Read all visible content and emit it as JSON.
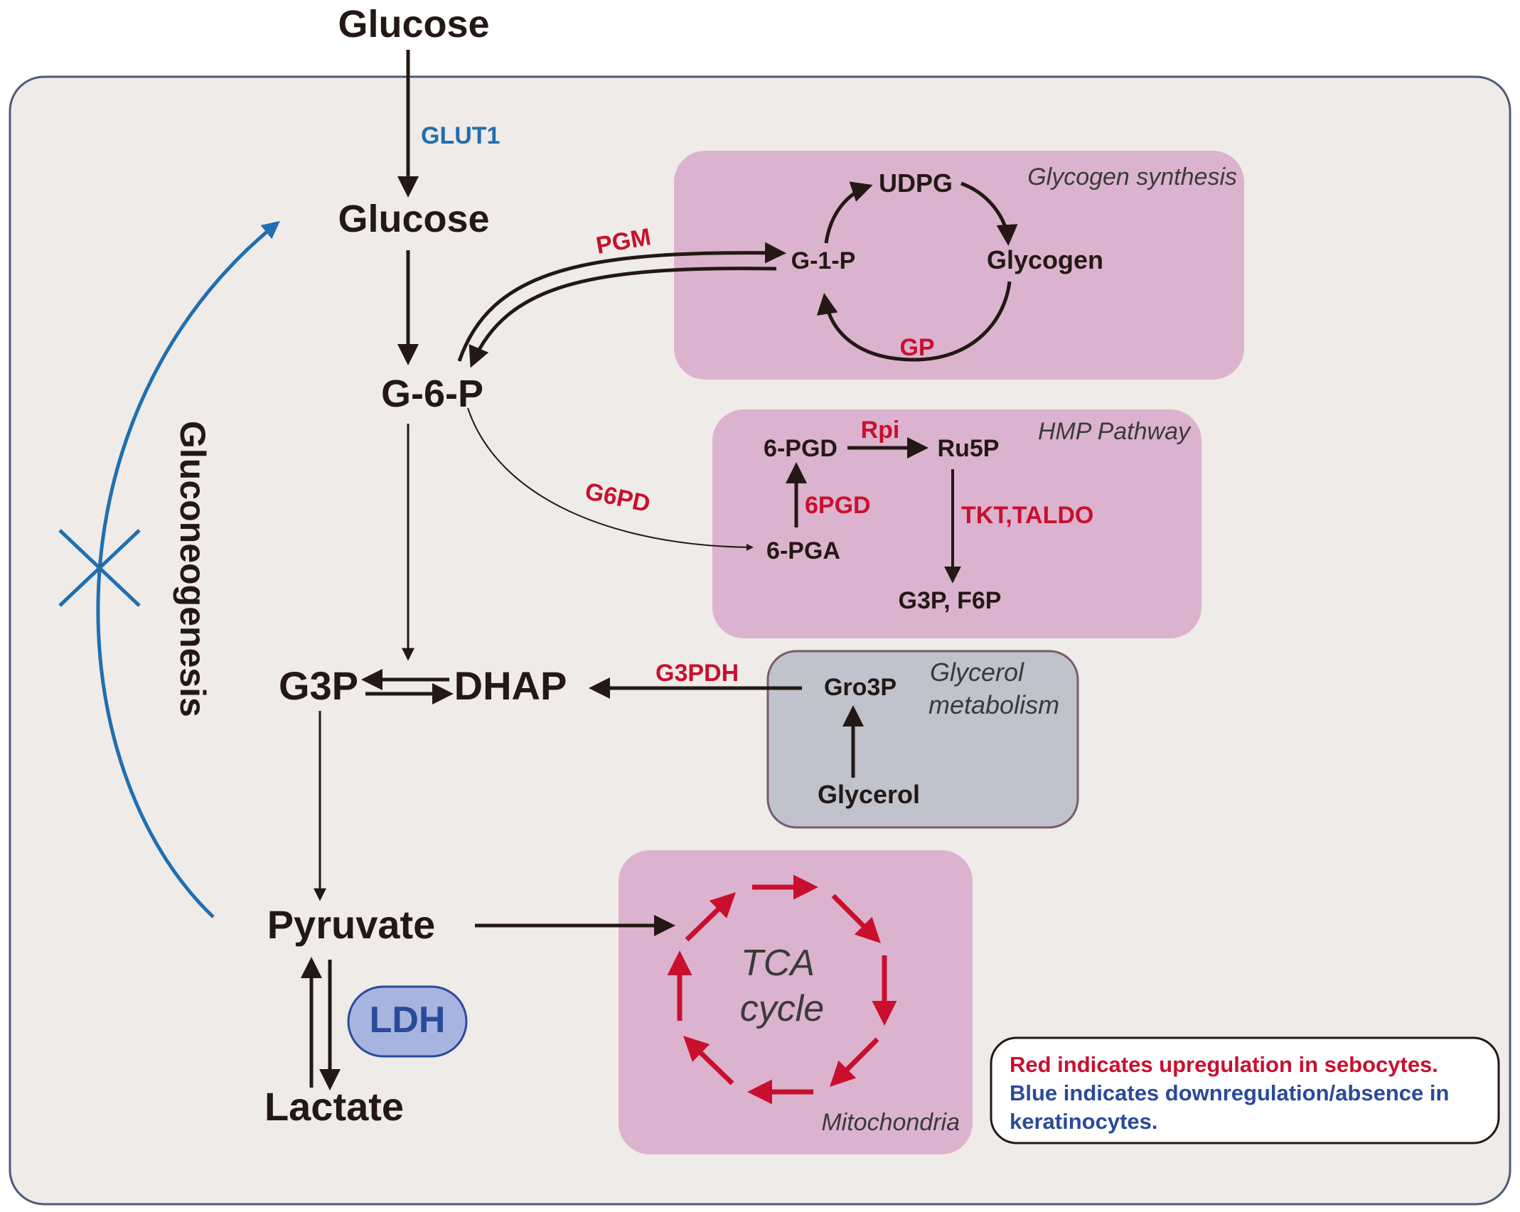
{
  "colors": {
    "cell_fill": "#efebe8",
    "cell_border": "#4e5a78",
    "compartment_pink": "#dcb3cf",
    "compartment_gray": "#c0c2cc",
    "upregulated_red": "#c8102e",
    "downregulated_blue": "#1f6fb0",
    "arrow_dark": "#231815",
    "ldh_fill": "#a8b4e0",
    "ldh_text": "#2a4a9a"
  },
  "metabolites": {
    "glucose_outside": "Glucose",
    "glucose_inside": "Glucose",
    "g6p": "G-6-P",
    "g3p": "G3P",
    "dhap": "DHAP",
    "pyruvate": "Pyruvate",
    "lactate": "Lactate",
    "g1p": "G-1-P",
    "udpg": "UDPG",
    "glycogen": "Glycogen",
    "pgd_6": "6-PGD",
    "ru5p": "Ru5P",
    "pga_6": "6-PGA",
    "g3p_f6p": "G3P, F6P",
    "gro3p": "Gro3P",
    "glycerol": "Glycerol"
  },
  "enzymes": {
    "glut1": "GLUT1",
    "pgm": "PGM",
    "gp": "GP",
    "rpi": "Rpi",
    "pgd6": "6PGD",
    "tkt_taldo": "TKT,TALDO",
    "g6pd": "G6PD",
    "g3pdh": "G3PDH",
    "ldh": "LDH"
  },
  "compartments": {
    "glycogen_synthesis": "Glycogen synthesis",
    "hmp_pathway": "HMP Pathway",
    "glycerol_metabolism_line1": "Glycerol",
    "glycerol_metabolism_line2": "metabolism",
    "mitochondria": "Mitochondria",
    "tca_line1": "TCA",
    "tca_line2": "cycle"
  },
  "gluconeogenesis": "Gluconeogenesis",
  "legend": {
    "red_line": "Red indicates upregulation in sebocytes.",
    "blue_line1": "Blue indicates downregulation/absence in",
    "blue_line2": "keratinocytes."
  },
  "icons": {
    "gluconeogenesis_block": "x-mark-icon"
  }
}
